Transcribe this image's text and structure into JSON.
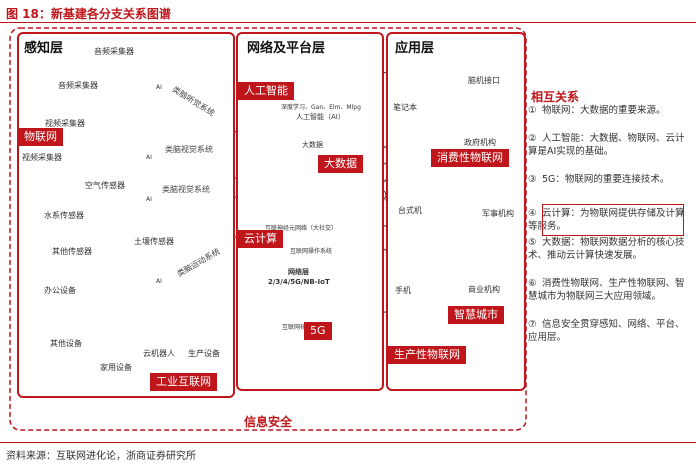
{
  "figure": {
    "title": "图 18：新基建各分支关系图谱",
    "security": "信息安全",
    "source": "资料来源：互联网进化论，浙商证券研究所"
  },
  "panels": {
    "perception": "感知层",
    "network": "网络及平台层",
    "application": "应用层"
  },
  "tags": {
    "iot": "物联网",
    "industrial": "工业互联网",
    "ai": "人工智能",
    "bigdata": "大数据",
    "cloud": "云计算",
    "fiveg": "5G",
    "consumer": "消费性物联网",
    "smartcity": "智慧城市",
    "productive": "生产性物联网"
  },
  "perception_labels": [
    "音频采集器",
    "音频采集器",
    "视频采集器",
    "视频采集器",
    "空气传感器",
    "水系传感器",
    "其他传感器",
    "土壤传感器",
    "办公设备",
    "其他设备",
    "家用设备",
    "云机器人",
    "生产设备"
  ],
  "neural_labels": [
    "类脑听觉系统",
    "类脑视觉系统",
    "类脑视觉系统",
    "类脑运动系统"
  ],
  "ai_node": "AI",
  "network_labels": {
    "deep": "深度学习、Gan、Elm、Mlpg",
    "ai_box": "人工智能（AI）",
    "bigdata_small": "大数据",
    "cloud_small": "互联神经元网络（大社交）",
    "os": "互联网操作系统",
    "netstd": "网络层",
    "gen": "2/3/4/5G/NB-IoT",
    "core": "互联网核心服务器"
  },
  "app_labels": {
    "notebook": "笔记本",
    "brain_port": "脑机接口",
    "gov": "政府机构",
    "desktop": "台式机",
    "military": "军事机构",
    "phone": "手机",
    "business": "商业机构"
  },
  "relations": {
    "title": "相互关系",
    "items": [
      {
        "n": "①",
        "text": "物联网：大数据的重要来源。"
      },
      {
        "n": "②",
        "text": "人工智能：大数据、物联网、云计算是AI实现的基础。"
      },
      {
        "n": "③",
        "text": "5G：物联网的重要连接技术。"
      },
      {
        "n": "④",
        "text": "云计算：为物联网提供存储及计算等服务。"
      },
      {
        "n": "⑤",
        "text": "大数据：物联网数据分析的核心技术、推动云计算快速发展。"
      },
      {
        "n": "⑥",
        "text": "消费性物联网、生产性物联网、智慧城市为物联网三大应用领域。"
      },
      {
        "n": "⑦",
        "text": "信息安全贯穿感知、网络、平台、应用层。"
      }
    ]
  },
  "colors": {
    "accent": "#c0161b",
    "line": "#555555"
  }
}
